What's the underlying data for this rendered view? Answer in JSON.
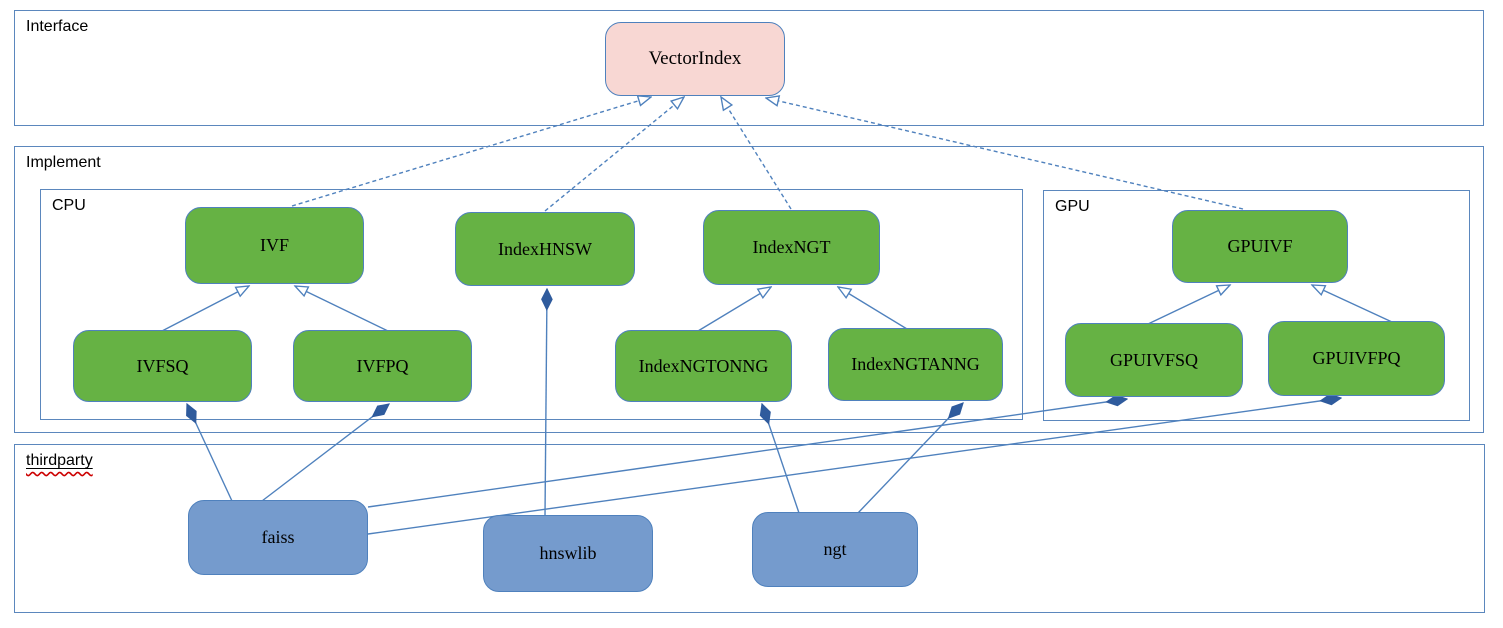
{
  "diagram": {
    "containers": {
      "interface": {
        "label": "Interface"
      },
      "implement": {
        "label": "Implement"
      },
      "cpu": {
        "label": "CPU"
      },
      "gpu": {
        "label": "GPU"
      },
      "thirdparty": {
        "label": "thirdparty",
        "spellcheck_squiggle": true
      }
    },
    "nodes": {
      "vectorindex": {
        "label": "VectorIndex",
        "group": "interface"
      },
      "ivf": {
        "label": "IVF",
        "group": "cpu"
      },
      "indexhnsw": {
        "label": "IndexHNSW",
        "group": "cpu"
      },
      "indexngt": {
        "label": "IndexNGT",
        "group": "cpu"
      },
      "ivfsq": {
        "label": "IVFSQ",
        "group": "cpu"
      },
      "ivfpq": {
        "label": "IVFPQ",
        "group": "cpu"
      },
      "indexngtonng": {
        "label": "IndexNGTONNG",
        "group": "cpu"
      },
      "indexngtanng": {
        "label": "IndexNGTANNG",
        "group": "cpu"
      },
      "gpuivf": {
        "label": "GPUIVF",
        "group": "gpu"
      },
      "gpuivfsq": {
        "label": "GPUIVFSQ",
        "group": "gpu"
      },
      "gpuivfpq": {
        "label": "GPUIVFPQ",
        "group": "gpu"
      },
      "faiss": {
        "label": "faiss",
        "group": "thirdparty"
      },
      "hnswlib": {
        "label": "hnswlib",
        "group": "thirdparty"
      },
      "ngt": {
        "label": "ngt",
        "group": "thirdparty"
      }
    },
    "edges": [
      {
        "from": "IVF",
        "to": "VectorIndex",
        "type": "realization",
        "line": "dashed",
        "marker": "hollow-triangle"
      },
      {
        "from": "IndexHNSW",
        "to": "VectorIndex",
        "type": "realization",
        "line": "dashed",
        "marker": "hollow-triangle"
      },
      {
        "from": "IndexNGT",
        "to": "VectorIndex",
        "type": "realization",
        "line": "dashed",
        "marker": "hollow-triangle"
      },
      {
        "from": "GPUIVF",
        "to": "VectorIndex",
        "type": "realization",
        "line": "dashed",
        "marker": "hollow-triangle"
      },
      {
        "from": "IVFSQ",
        "to": "IVF",
        "type": "generalization",
        "line": "solid",
        "marker": "hollow-triangle"
      },
      {
        "from": "IVFPQ",
        "to": "IVF",
        "type": "generalization",
        "line": "solid",
        "marker": "hollow-triangle"
      },
      {
        "from": "IndexNGTONNG",
        "to": "IndexNGT",
        "type": "generalization",
        "line": "solid",
        "marker": "hollow-triangle"
      },
      {
        "from": "IndexNGTANNG",
        "to": "IndexNGT",
        "type": "generalization",
        "line": "solid",
        "marker": "hollow-triangle"
      },
      {
        "from": "GPUIVFSQ",
        "to": "GPUIVF",
        "type": "generalization",
        "line": "solid",
        "marker": "hollow-triangle"
      },
      {
        "from": "GPUIVFPQ",
        "to": "GPUIVF",
        "type": "generalization",
        "line": "solid",
        "marker": "hollow-triangle"
      },
      {
        "from": "hnswlib",
        "to": "IndexHNSW",
        "type": "composition",
        "line": "solid",
        "marker": "filled-diamond"
      },
      {
        "from": "faiss",
        "to": "IVFSQ",
        "type": "composition",
        "line": "solid",
        "marker": "filled-diamond"
      },
      {
        "from": "faiss",
        "to": "IVFPQ",
        "type": "composition",
        "line": "solid",
        "marker": "filled-diamond"
      },
      {
        "from": "faiss",
        "to": "GPUIVFSQ",
        "type": "composition",
        "line": "solid",
        "marker": "filled-diamond"
      },
      {
        "from": "faiss",
        "to": "GPUIVFPQ",
        "type": "composition",
        "line": "solid",
        "marker": "filled-diamond"
      },
      {
        "from": "ngt",
        "to": "IndexNGTONNG",
        "type": "composition",
        "line": "solid",
        "marker": "filled-diamond"
      },
      {
        "from": "ngt",
        "to": "IndexNGTANNG",
        "type": "composition",
        "line": "solid",
        "marker": "filled-diamond"
      }
    ],
    "colors": {
      "connector_stroke": "#4f81bd",
      "container_border": "#5b87bd",
      "interface_node_fill": "#f8d7d3",
      "implementation_node_fill": "#66b244",
      "thirdparty_node_fill": "#759bcd",
      "diamond_fill": "#2f5b9d",
      "spellcheck_squiggle": "#cc0000",
      "text": "#000000",
      "background": "#ffffff"
    }
  }
}
